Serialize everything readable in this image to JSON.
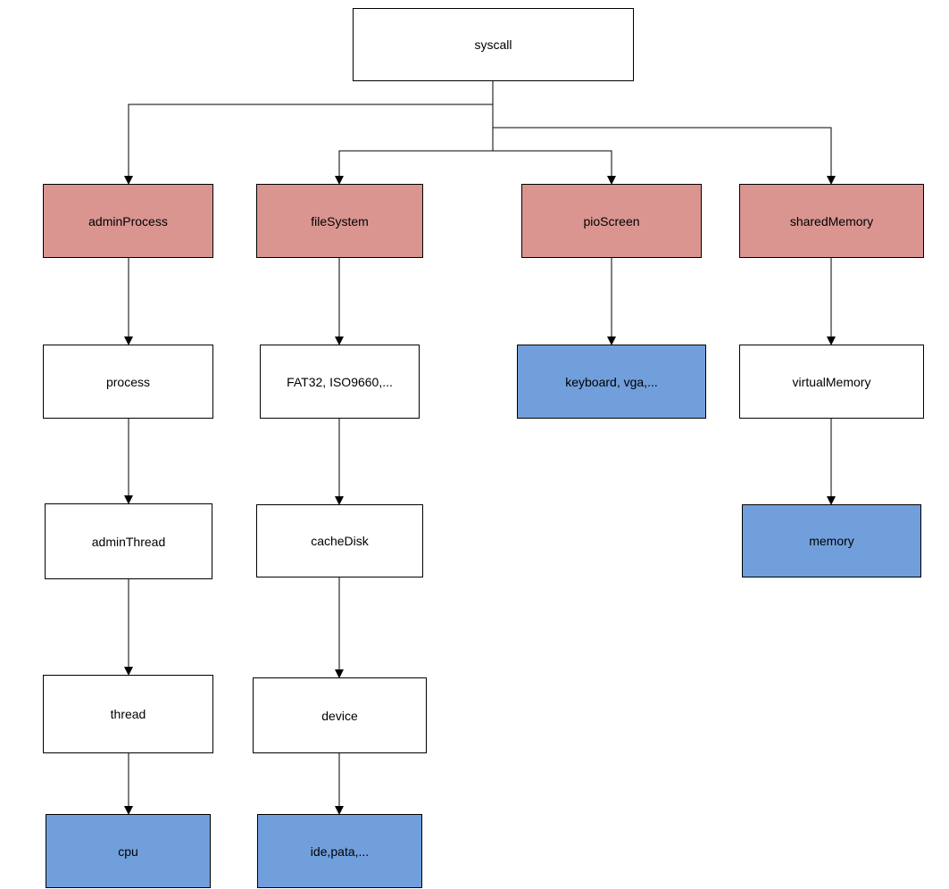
{
  "diagram": {
    "colors": {
      "module_fill": "#da9590",
      "hardware_fill": "#719fdc",
      "plain_fill": "#ffffff",
      "line": "#000000"
    },
    "nodes": {
      "syscall": "syscall",
      "adminProcess": "adminProcess",
      "fileSystem": "fileSystem",
      "pioScreen": "pioScreen",
      "sharedMemory": "sharedMemory",
      "process": "process",
      "fat32": "FAT32, ISO9660,...",
      "keyboard": "keyboard, vga,...",
      "virtualMemory": "virtualMemory",
      "adminThread": "adminThread",
      "cacheDisk": "cacheDisk",
      "memory": "memory",
      "thread": "thread",
      "device": "device",
      "cpu": "cpu",
      "ide": "ide,pata,..."
    },
    "edges": [
      [
        "syscall",
        "adminProcess"
      ],
      [
        "syscall",
        "fileSystem"
      ],
      [
        "syscall",
        "pioScreen"
      ],
      [
        "syscall",
        "sharedMemory"
      ],
      [
        "adminProcess",
        "process"
      ],
      [
        "process",
        "adminThread"
      ],
      [
        "adminThread",
        "thread"
      ],
      [
        "thread",
        "cpu"
      ],
      [
        "fileSystem",
        "fat32"
      ],
      [
        "fat32",
        "cacheDisk"
      ],
      [
        "cacheDisk",
        "device"
      ],
      [
        "device",
        "ide"
      ],
      [
        "pioScreen",
        "keyboard"
      ],
      [
        "sharedMemory",
        "virtualMemory"
      ],
      [
        "virtualMemory",
        "memory"
      ]
    ]
  }
}
